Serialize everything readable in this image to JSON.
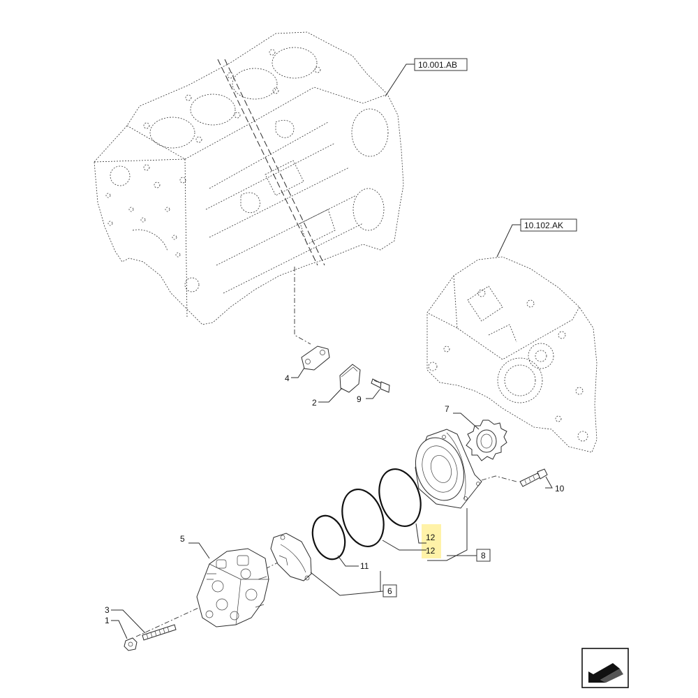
{
  "callouts": {
    "ref_block": "10.001.AB",
    "ref_cover": "10.102.AK",
    "n1": "1",
    "n2": "2",
    "n3": "3",
    "n4": "4",
    "n5": "5",
    "n6": "6",
    "n7": "7",
    "n8": "8",
    "n9": "9",
    "n10": "10",
    "n11": "11",
    "n12a": "12",
    "n12b": "12"
  },
  "highlight_color": "#fff2a8",
  "icons": {
    "orientation": "arrow-icon"
  }
}
